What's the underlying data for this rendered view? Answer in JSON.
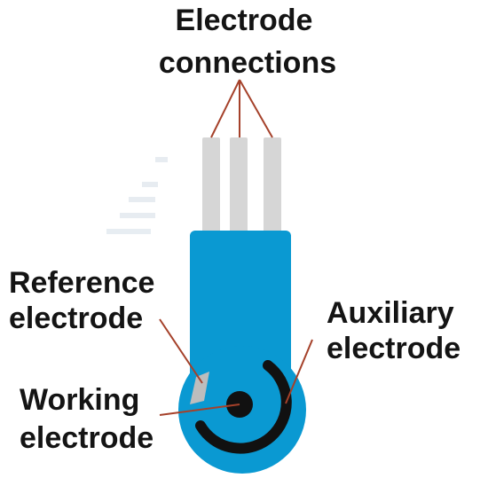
{
  "labels": {
    "connections_line1": "Electrode",
    "connections_line2": "connections",
    "reference_line1": "Reference",
    "reference_line2": "electrode",
    "auxiliary_line1": "Auxiliary",
    "auxiliary_line2": "electrode",
    "working_line1": "Working",
    "working_line2": "electrode"
  },
  "colors": {
    "body": "#0a99d2",
    "connector_strip": "#d6d6d6",
    "electrode_dark": "#111111",
    "reference_electrode": "#bdbdbd",
    "leader_line": "#a5412a",
    "text": "#141414"
  }
}
